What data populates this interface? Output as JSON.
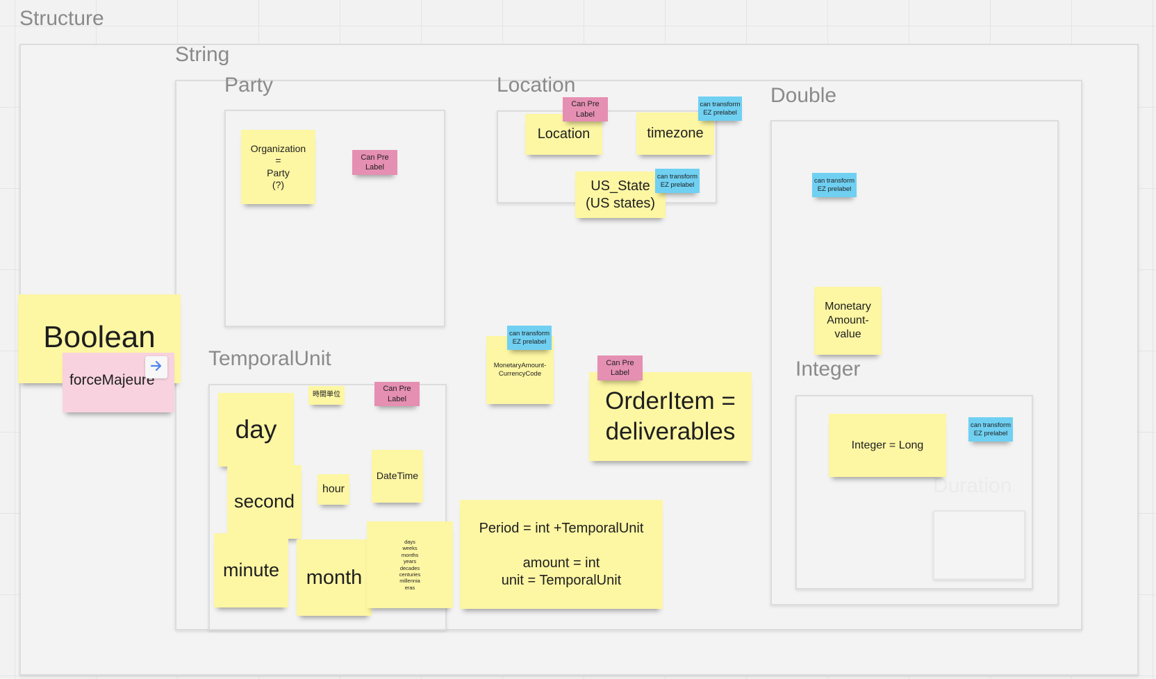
{
  "labels": {
    "structure": "Structure",
    "string": "String",
    "party": "Party",
    "location": "Location",
    "double": "Double",
    "temporal_unit": "TemporalUnit",
    "integer": "Integer",
    "duration": "Duration"
  },
  "stickies": {
    "organization": "Organization\n=\nParty\n(?)",
    "party_can_pre_label": "Can Pre\nLabel",
    "location": "Location",
    "location_can_pre_label": "Can Pre\nLabel",
    "timezone": "timezone",
    "timezone_can_transform": "can transform\nEZ prelabel",
    "us_state": "US_State\n(US states)",
    "us_state_can_transform": "can transform\nEZ prelabel",
    "double_can_transform": "can transform\nEZ prelabel",
    "monetary_amount_value": "Monetary\nAmount-\nvalue",
    "boolean": "Boolean",
    "force_majeure": "forceMajeure",
    "monetary_amount_currency": "MonetaryAmount-\nCurrencyCode",
    "currency_can_transform": "can transform\nEZ prelabel",
    "order_item": "OrderItem =\ndeliverables",
    "order_item_can_pre_label": "Can Pre\nLabel",
    "integer_long": "Integer = Long",
    "integer_can_transform": "can transform\nEZ prelabel",
    "day": "day",
    "time_unit_jp": "時間単位",
    "temporal_can_pre_label": "Can Pre\nLabel",
    "second": "second",
    "hour": "hour",
    "datetime": "DateTime",
    "minute": "minute",
    "month": "month",
    "units_list": "days\nweeks\nmonths\nyears\ndecades\ncenturies\nmillennia\neras",
    "period": "Period = int +TemporalUnit\n\namount = int\nunit = TemporalUnit"
  },
  "colors": {
    "sticky_yellow": "#fdf6a3",
    "sticky_pink": "#e58fb2",
    "sticky_light_pink": "#f8d2df",
    "sticky_blue": "#6fd0f2",
    "frame_label_gray": "#8a8a8a",
    "arrow_blue": "#4d82ee"
  },
  "icons": {
    "force_majeure_action": "arrow-right-icon"
  }
}
